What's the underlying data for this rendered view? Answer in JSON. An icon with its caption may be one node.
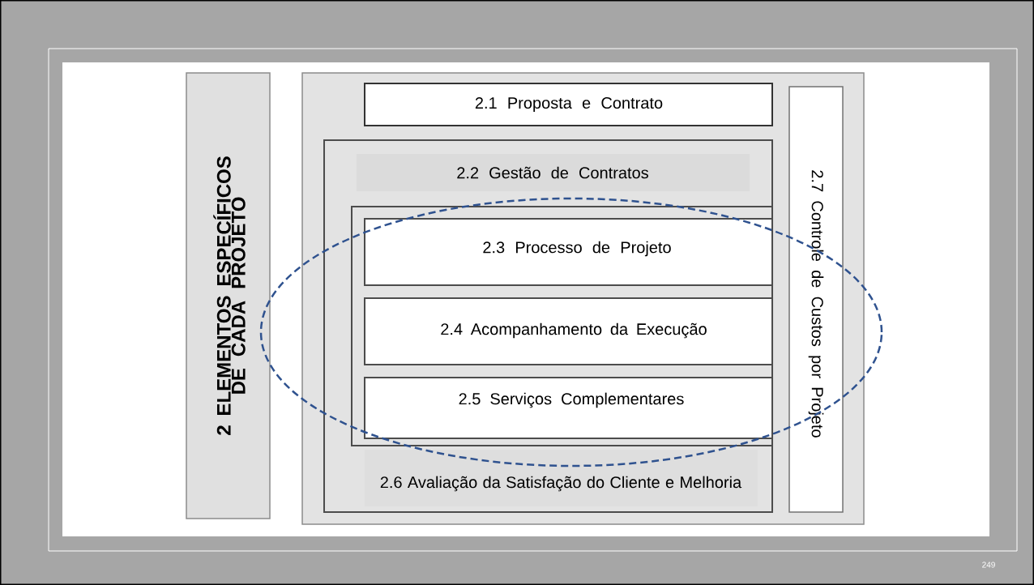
{
  "diagram": {
    "nodes": [
      {
        "text": [
          "2 ELEMENTOS ESPECÍFICOS DE CADA PROJETO"
        ]
      },
      {
        "text": [],
        "shape": "box"
      },
      {
        "text": [
          "2.1 Proposta e Contrato"
        ],
        "in": 1
      },
      {
        "text": [
          "2.2 Gestão de Contratos"
        ],
        "in": 1
      },
      {
        "text": [],
        "shape": "box",
        "in": 3
      },
      {
        "text": [
          "2.3 Processo de Projeto"
        ],
        "in": 4
      },
      {
        "text": [
          "2.4 Acompanhamento da Execução"
        ],
        "in": 4
      },
      {
        "text": [
          "2.5 Serviços Complementares"
        ],
        "in": 4
      },
      {
        "text": [
          "2.6 Avaliação da Satisfação do Cliente e Melhoria"
        ],
        "in": 3
      },
      {
        "text": [
          "2.7 Controle de Custos por Projeto"
        ],
        "in": 1
      }
    ],
    "labels": [
      "249"
    ]
  }
}
